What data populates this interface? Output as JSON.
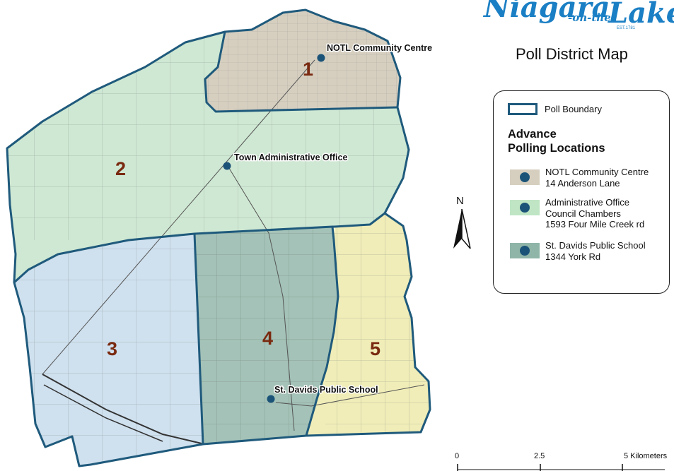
{
  "logo": {
    "name": "Niagara",
    "sub": "-on-the-",
    "suffix": "Lake",
    "est": "EST.1781"
  },
  "map_title": "Poll District Map",
  "districts": [
    {
      "id": "1",
      "color": "#d6cfc0"
    },
    {
      "id": "2",
      "color": "#cfe8d3"
    },
    {
      "id": "3",
      "color": "#cfe0ee"
    },
    {
      "id": "4",
      "color": "#a4c2b7"
    },
    {
      "id": "5",
      "color": "#f0edb8"
    }
  ],
  "locations": [
    {
      "name": "NOTL Community Centre",
      "district": "1"
    },
    {
      "name": "Town Administrative Office",
      "district": "2"
    },
    {
      "name": "St. Davids Public School",
      "district": "4"
    }
  ],
  "legend": {
    "boundary_label": "Poll Boundary",
    "heading_line1": "Advance",
    "heading_line2": "Polling Locations",
    "items": [
      {
        "lines": [
          "NOTL Community Centre",
          "14 Anderson Lane"
        ],
        "swatch_color": "#d6cfc0"
      },
      {
        "lines": [
          "Administrative Office",
          "Council Chambers",
          "1593 Four Mile Creek rd"
        ],
        "swatch_color": "#bfe5c4"
      },
      {
        "lines": [
          "St. Davids Public School",
          "1344 York Rd"
        ],
        "swatch_color": "#8fb5a8"
      }
    ]
  },
  "north_label": "N",
  "scale_bar": {
    "labels": [
      "0",
      "2.5",
      "5 Kilometers"
    ]
  },
  "colors": {
    "boundary": "#1f5a7c",
    "marker": "#1b5378",
    "district_number": "#7a2a10"
  }
}
